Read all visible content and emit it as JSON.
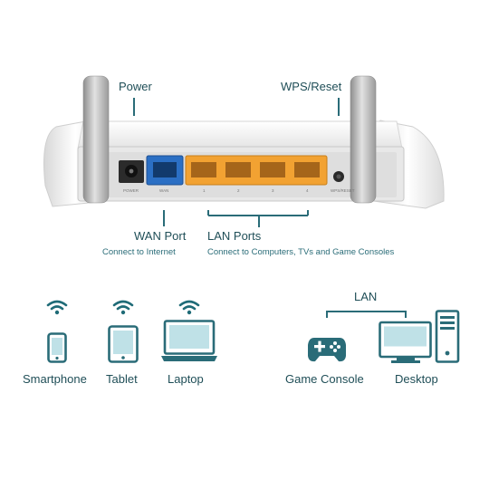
{
  "router": {
    "callouts": {
      "power": "Power",
      "wps_reset": "WPS/Reset",
      "wan_port": "WAN Port",
      "wan_desc": "Connect to Internet",
      "lan_ports": "LAN Ports",
      "lan_desc": "Connect to Computers, TVs and Game Consoles"
    },
    "port_labels": {
      "power": "POWER",
      "wan": "WAN",
      "lan": [
        "1",
        "2",
        "3",
        "4"
      ],
      "wps": "WPS/RESET"
    }
  },
  "devices": {
    "wireless": [
      {
        "name": "Smartphone",
        "icon": "smartphone-icon"
      },
      {
        "name": "Tablet",
        "icon": "tablet-icon"
      },
      {
        "name": "Laptop",
        "icon": "laptop-icon"
      }
    ],
    "wired": {
      "link_label": "LAN",
      "items": [
        {
          "name": "Game Console",
          "icon": "gamepad-icon"
        },
        {
          "name": "Desktop",
          "icon": "desktop-icon"
        }
      ]
    }
  },
  "colors": {
    "accent": "#2a6c78",
    "wan_port": "#2b6fc4",
    "lan_port": "#f2a232",
    "router_body": "#f2f2f2"
  }
}
